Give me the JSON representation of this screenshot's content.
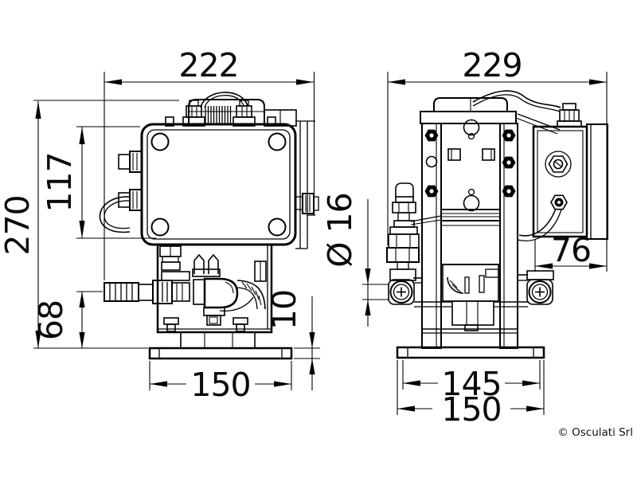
{
  "copyright": "© Osculati Srl",
  "front_view": {
    "dimensions": {
      "overall_width": "222",
      "overall_height": "270",
      "control_box_height": "117",
      "outlet_height": "68",
      "base_plate_thickness": "10",
      "base_width": "150"
    }
  },
  "side_view": {
    "dimensions": {
      "overall_width": "229",
      "port_diameter": "Ø 16",
      "motor_depth": "76",
      "mounting_hole_spacing": "145",
      "base_width": "150"
    }
  }
}
